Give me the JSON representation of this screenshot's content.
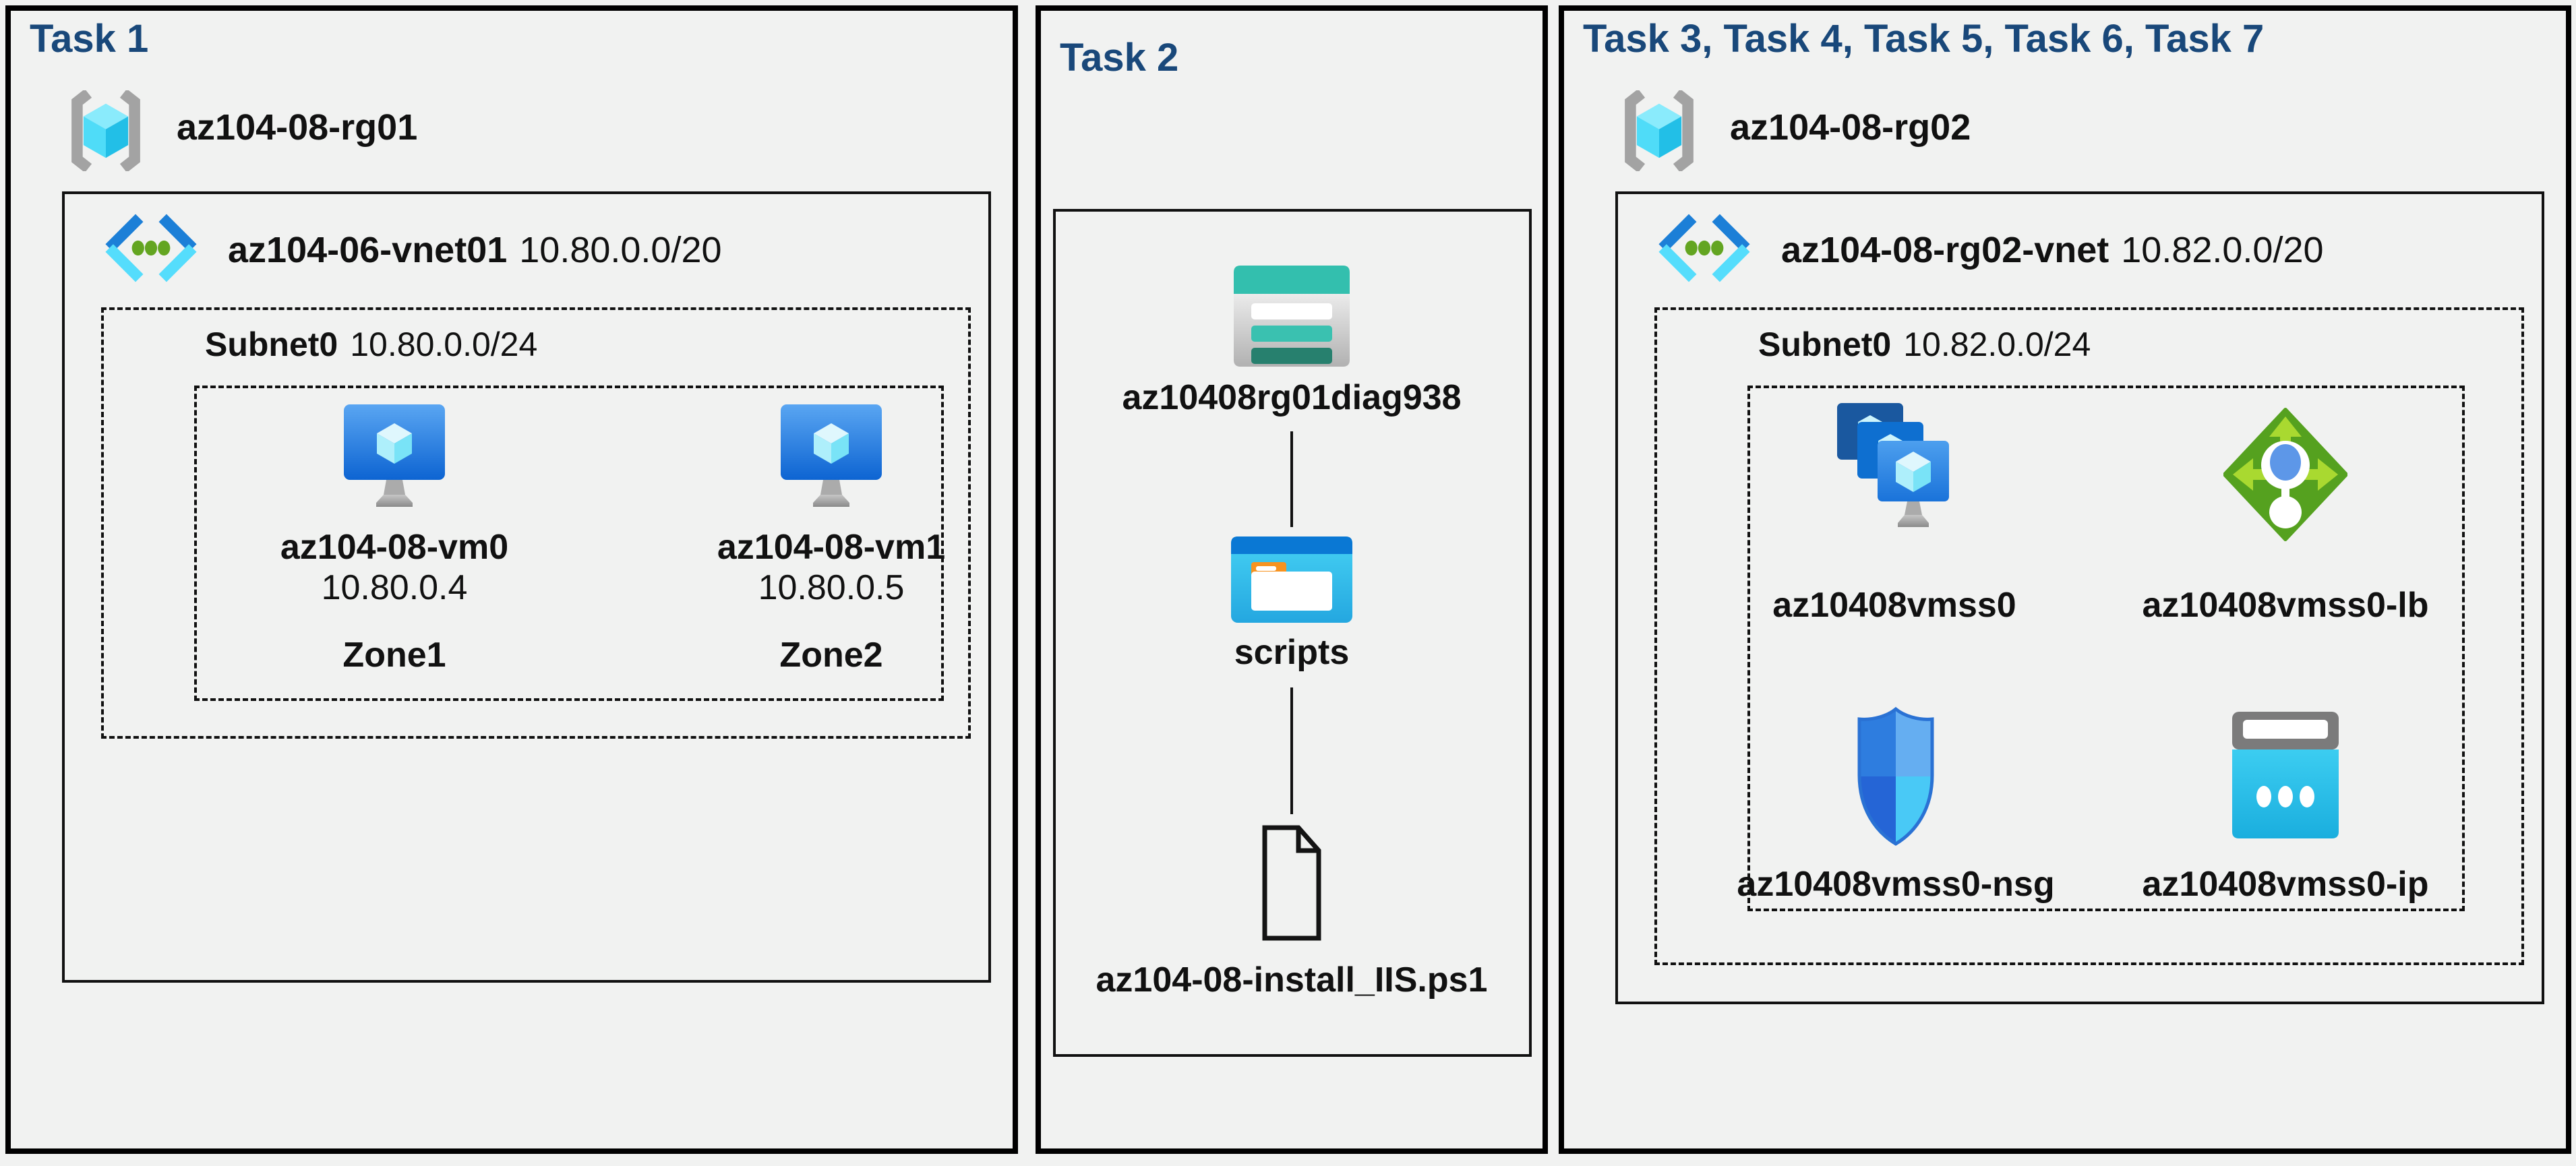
{
  "background": "#f1f2f1",
  "title_color": "#19487a",
  "panels": [
    {
      "title": "Task 1",
      "resource_group": {
        "icon": "resource-group-icon",
        "name": "az104-08-rg01"
      },
      "vnet": {
        "icon": "virtual-network-icon",
        "name": "az104-06-vnet01",
        "cidr": "10.80.0.0/20"
      },
      "subnet": {
        "name": "Subnet0",
        "cidr": "10.80.0.0/24"
      },
      "vms": [
        {
          "icon": "virtual-machine-icon",
          "name": "az104-08-vm0",
          "ip": "10.80.0.4",
          "zone": "Zone1"
        },
        {
          "icon": "virtual-machine-icon",
          "name": "az104-08-vm1",
          "ip": "10.80.0.5",
          "zone": "Zone2"
        }
      ]
    },
    {
      "title": "Task 2",
      "storage_account": {
        "icon": "storage-account-icon",
        "name": "az10408rg01diag938"
      },
      "container": {
        "icon": "blob-container-icon",
        "name": "scripts"
      },
      "file": {
        "icon": "file-icon",
        "name": "az104-08-install_IIS.ps1"
      }
    },
    {
      "title": "Task 3, Task 4, Task 5, Task 6, Task 7",
      "resource_group": {
        "icon": "resource-group-icon",
        "name": "az104-08-rg02"
      },
      "vnet": {
        "icon": "virtual-network-icon",
        "name": "az104-08-rg02-vnet",
        "cidr": "10.82.0.0/20"
      },
      "subnet": {
        "name": "Subnet0",
        "cidr": "10.82.0.0/24"
      },
      "resources": [
        {
          "icon": "vm-scale-set-icon",
          "name": "az10408vmss0"
        },
        {
          "icon": "load-balancer-icon",
          "name": "az10408vmss0-lb"
        },
        {
          "icon": "network-security-group-icon",
          "name": "az10408vmss0-nsg"
        },
        {
          "icon": "public-ip-icon",
          "name": "az10408vmss0-ip"
        }
      ]
    }
  ]
}
